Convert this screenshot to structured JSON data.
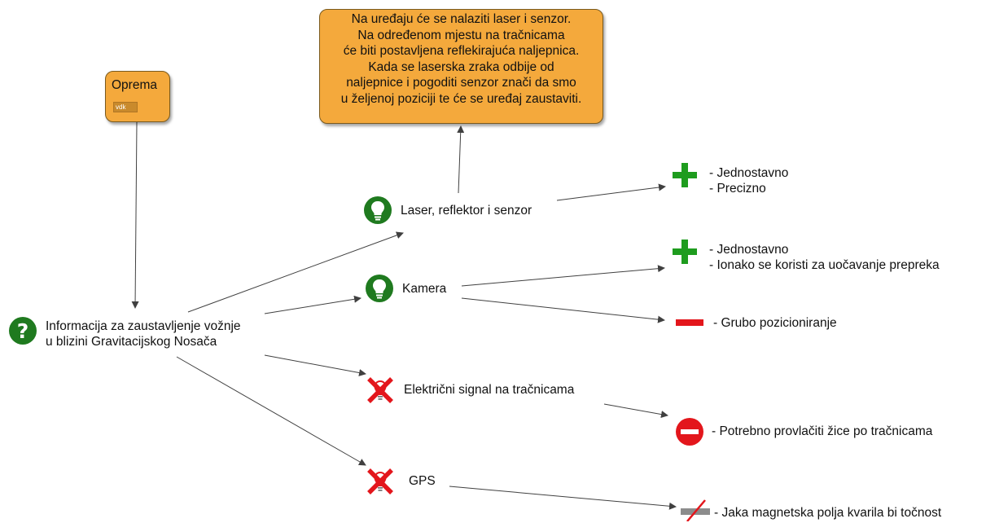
{
  "nodes": {
    "oprema": {
      "title": "Oprema",
      "tag": "vdk"
    },
    "note": {
      "lines": [
        "Na uređaju će se nalaziti laser i senzor.",
        "Na određenom mjestu na tračnicama",
        "će biti postavljena reflekirajuća naljepnica.",
        "Kada se laserska zraka odbije od",
        "naljepnice i pogoditi senzor znači da smo",
        "u željenoj poziciji te će se uređaj zaustaviti."
      ]
    },
    "question": {
      "lines": [
        "Informacija za zaustavljenje vožnje",
        "u blizini Gravitacijskog Nosača"
      ]
    },
    "idea_laser": {
      "label": "Laser, reflektor i senzor"
    },
    "idea_kamera": {
      "label": "Kamera"
    },
    "rejected_signal": {
      "label": "Električni signal na tračnicama"
    },
    "rejected_gps": {
      "label": "GPS"
    },
    "pro_laser": {
      "lines": [
        "- Jednostavno",
        "- Precizno"
      ]
    },
    "pro_kamera": {
      "lines": [
        "- Jednostavno",
        "- Ionako se koristi za uočavanje prepreka"
      ]
    },
    "con_kamera": {
      "label": "- Grubo pozicioniranje"
    },
    "block_signal": {
      "label": "- Potrebno provlačiti žice po tračnicama"
    },
    "refuted_gps": {
      "label": "- Jaka magnetska polja kvarila bi točnost"
    }
  },
  "colors": {
    "box_fill": "#f4a93c",
    "green": "#1f7a1f",
    "bright_green": "#1e9c1e",
    "red": "#e3161c",
    "grey": "#8c8c8c",
    "edge": "#404040"
  },
  "icons": {
    "question": "question-circle-icon",
    "idea": "lightbulb-icon",
    "rejected": "crossed-lightbulb-icon",
    "pro": "plus-icon",
    "con": "minus-icon",
    "block": "no-entry-icon",
    "refuted": "struck-minus-icon"
  }
}
